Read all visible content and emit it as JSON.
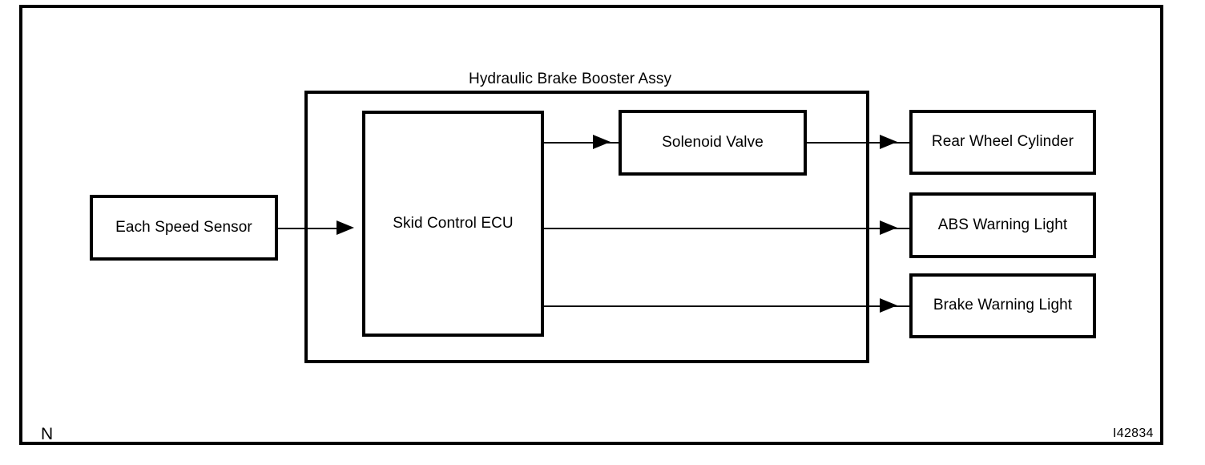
{
  "diagram": {
    "type": "block-diagram",
    "title_group": "Hydraulic Brake Booster Assy",
    "corner_label": "N",
    "figure_id": "I42834",
    "colors": {
      "line": "#000000",
      "background": "#ffffff"
    },
    "nodes": [
      {
        "id": "speed-sensor",
        "label": "Each Speed Sensor"
      },
      {
        "id": "skid-control-ecu",
        "label": "Skid Control ECU"
      },
      {
        "id": "solenoid-valve",
        "label": "Solenoid Valve"
      },
      {
        "id": "rear-wheel-cylinder",
        "label": "Rear Wheel Cylinder"
      },
      {
        "id": "abs-warning-light",
        "label": "ABS Warning Light"
      },
      {
        "id": "brake-warning-light",
        "label": "Brake Warning Light"
      }
    ],
    "connections": [
      {
        "from": "speed-sensor",
        "to": "skid-control-ecu"
      },
      {
        "from": "skid-control-ecu",
        "to": "solenoid-valve"
      },
      {
        "from": "solenoid-valve",
        "to": "rear-wheel-cylinder"
      },
      {
        "from": "skid-control-ecu",
        "to": "abs-warning-light"
      },
      {
        "from": "skid-control-ecu",
        "to": "brake-warning-light"
      }
    ]
  }
}
